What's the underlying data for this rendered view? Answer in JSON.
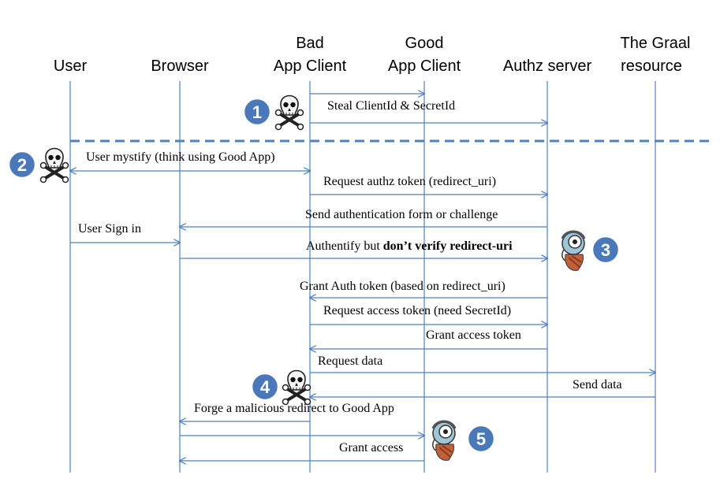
{
  "participants": {
    "user": [
      "User"
    ],
    "browser": [
      "Browser"
    ],
    "bad_app": [
      "Bad",
      "App Client"
    ],
    "good_app": [
      "Good",
      "App Client"
    ],
    "authz": [
      "Authz server"
    ],
    "graal": [
      "The Graal",
      "resource"
    ]
  },
  "messages": {
    "m1": "Steal ClientId & SecretId",
    "m2": "User mystify (think using Good App)",
    "m3": "Request authz token (redirect_uri)",
    "m4": "Send authentication form or challenge",
    "m5": "User Sign in",
    "m6a": "Authentify but ",
    "m6b": "don’t verify redirect-uri",
    "m7": "Grant Auth token (based on redirect_uri)",
    "m8": "Request access token (need SecretId)",
    "m9": "Grant access token",
    "m10": "Request data",
    "m11": "Send data",
    "m12": "Forge a malicious redirect to Good App",
    "m13": "Grant access"
  },
  "badges": [
    "1",
    "2",
    "3",
    "4",
    "5"
  ],
  "icons": {
    "skull": "skull-crossbones-icon",
    "hacker": "hacker-head-icon"
  },
  "colors": {
    "line": "#4f81bd",
    "badge": "#4a78b8",
    "divider": "#4f81bd"
  }
}
